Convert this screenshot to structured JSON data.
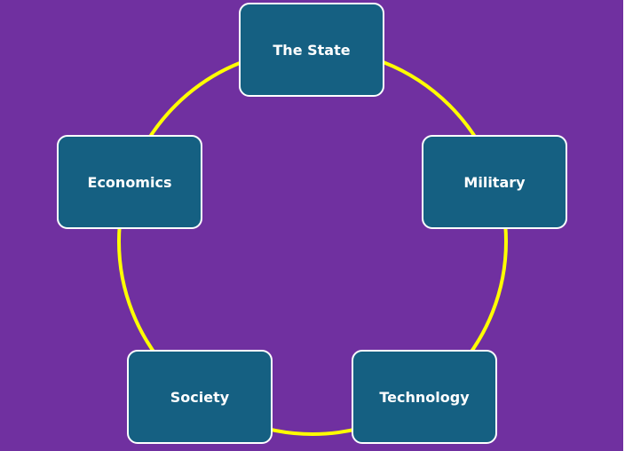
{
  "colors": {
    "background": "#7030a0",
    "ring": "#ffff00",
    "node_fill": "#156082",
    "node_border": "#ffffff",
    "node_text": "#ffffff"
  },
  "diagram": {
    "type": "cycle",
    "nodes": [
      {
        "label": "The State"
      },
      {
        "label": "Military"
      },
      {
        "label": "Technology"
      },
      {
        "label": "Society"
      },
      {
        "label": "Economics"
      }
    ]
  }
}
